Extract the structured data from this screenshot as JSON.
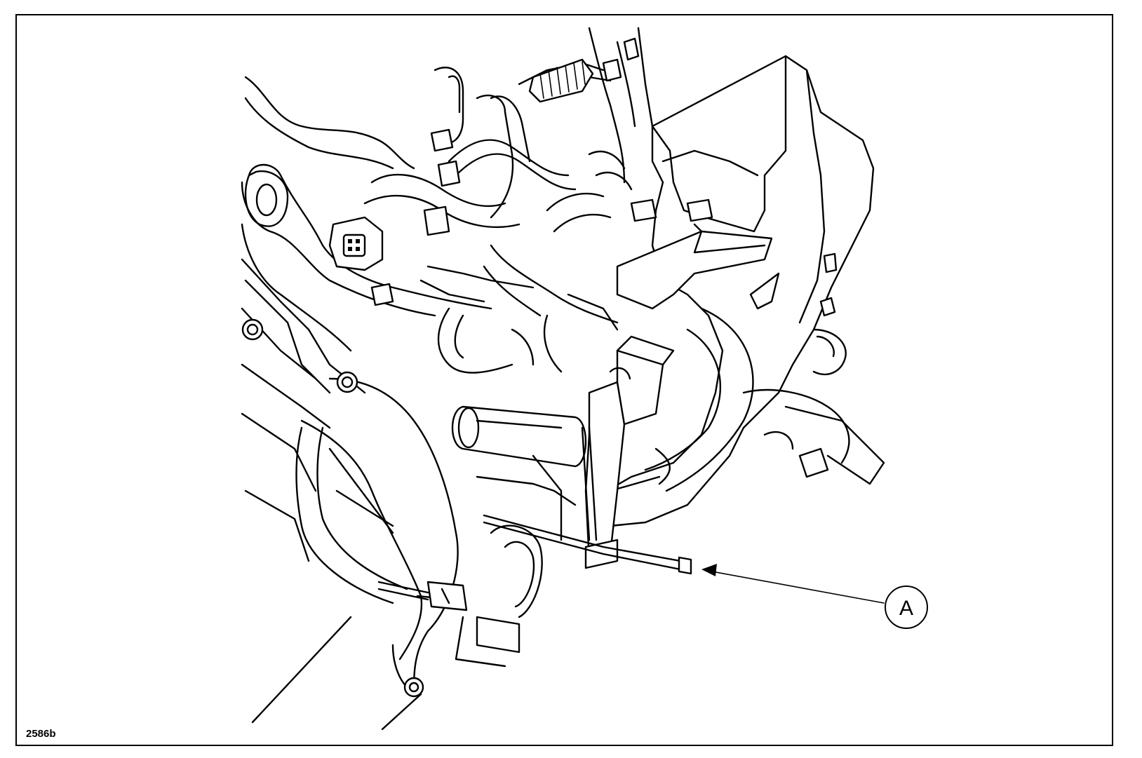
{
  "figure": {
    "id_label": "2586b",
    "callouts": [
      {
        "letter": "A"
      }
    ]
  },
  "colors": {
    "line": "#000000",
    "background": "#ffffff"
  },
  "icons": [
    "engine-assembly-drawing",
    "arrow-icon",
    "callout-circle-icon"
  ]
}
